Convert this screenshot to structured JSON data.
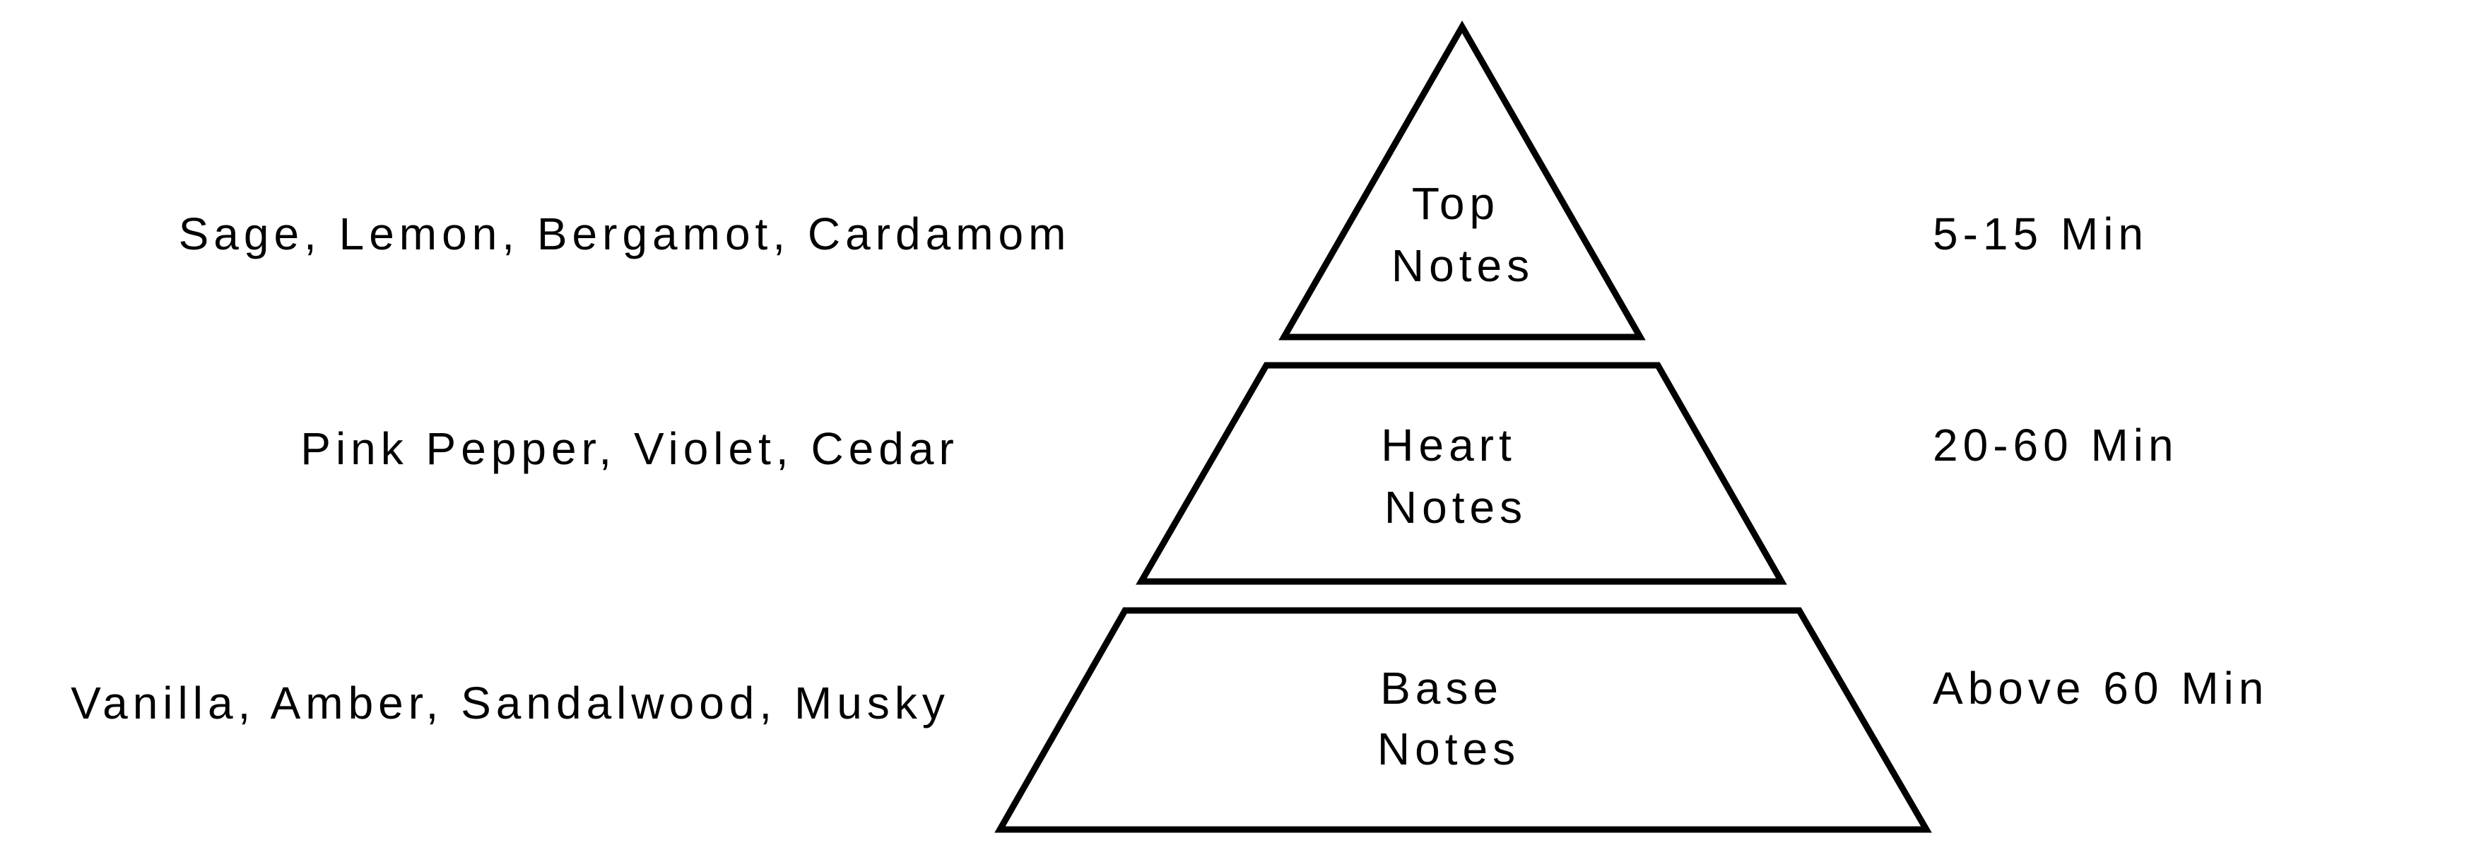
{
  "tiers": [
    {
      "label_line1": "Top",
      "label_line2": "Notes",
      "ingredients": "Sage, Lemon, Bergamot, Cardamom",
      "duration": "5-15 Min"
    },
    {
      "label_line1": "Heart",
      "label_line2": "Notes",
      "ingredients": "Pink Pepper, Violet, Cedar",
      "duration": "20-60 Min"
    },
    {
      "label_line1": "Base",
      "label_line2": "Notes",
      "ingredients": "Vanilla, Amber, Sandalwood, Musky",
      "duration": "Above 60 Min"
    }
  ],
  "colors": {
    "stroke": "#000000",
    "background": "#ffffff"
  }
}
